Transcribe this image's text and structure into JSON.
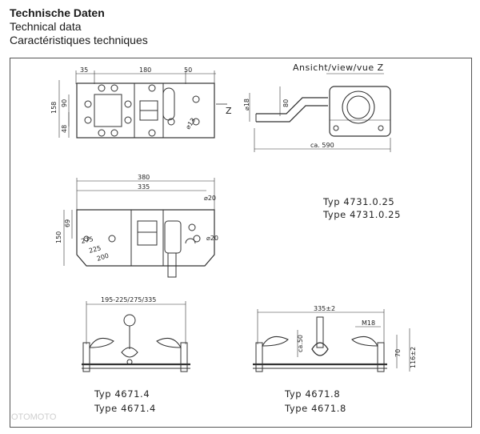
{
  "header": {
    "title_de": "Technische Daten",
    "title_en": "Technical data",
    "title_fr": "Caractéristiques techniques"
  },
  "view_label": "Ansicht/view/vue Z",
  "z_marker": "Z",
  "dims_top": {
    "d35": "35",
    "d180": "180",
    "d50": "50",
    "d158": "158",
    "d90": "90",
    "d48": "48",
    "d13": "⌀13",
    "d18": "⌀18",
    "d80": "80",
    "d590": "ca. 590"
  },
  "dims_mid": {
    "d380": "380",
    "d335": "335",
    "d20a": "⌀20",
    "d20b": "⌀20",
    "d150": "150",
    "d69": "69",
    "d275": "275",
    "d225": "225",
    "d200": "200"
  },
  "type_right": {
    "line1": "Typ   4731.0.25",
    "line2": "Type  4731.0.25"
  },
  "dims_bottom_left": {
    "d195": "195-225/275/335"
  },
  "dims_bottom_right": {
    "d335x2": "335±2",
    "m18": "M18",
    "d50": "ca.50",
    "d70": "70",
    "d116": "116±2"
  },
  "type_bottom_left": {
    "line1": "Typ   4671.4",
    "line2": "Type  4671.4"
  },
  "type_bottom_right": {
    "line1": "Typ   4671.8",
    "line2": "Type  4671.8"
  },
  "watermark": "OTOMOTO"
}
